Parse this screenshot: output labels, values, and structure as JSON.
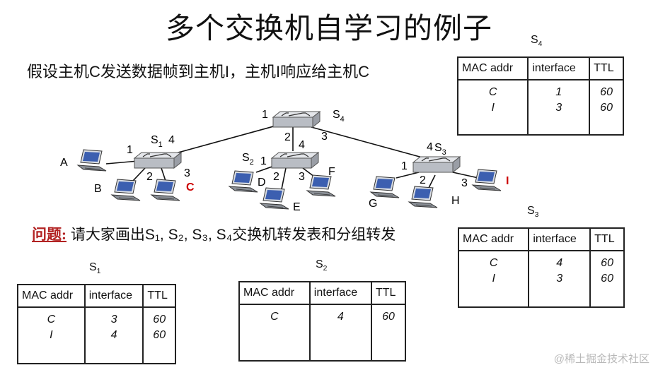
{
  "title": "多个交换机自学习的例子",
  "subtitle": "假设主机C发送数据帧到主机I，主机I响应给主机C",
  "question": {
    "label": "问题:",
    "text": " 请大家画出S₁, S₂, S₃, S₄交换机转发表和分组转发"
  },
  "watermark": "@稀土掘金技术社区",
  "colors": {
    "highlight": "#cc0000",
    "question_label": "#b22222"
  },
  "switches": [
    {
      "id": "S4",
      "label_main": "S",
      "label_sub": "4",
      "ports": [
        "1",
        "2",
        "3"
      ]
    },
    {
      "id": "S1",
      "label_main": "S",
      "label_sub": "1",
      "ports": [
        "4",
        "1",
        "2",
        "3"
      ]
    },
    {
      "id": "S2",
      "label_main": "S",
      "label_sub": "2",
      "ports": [
        "1",
        "4",
        "2",
        "3"
      ]
    },
    {
      "id": "S3",
      "label_main": "S",
      "label_sub": "3",
      "ports": [
        "4",
        "1",
        "2",
        "3"
      ]
    }
  ],
  "hosts": [
    "A",
    "B",
    "C",
    "D",
    "E",
    "F",
    "G",
    "H",
    "I"
  ],
  "tables": {
    "headers": [
      "MAC addr",
      "interface",
      "TTL"
    ],
    "S4": {
      "caption_main": "S",
      "caption_sub": "4",
      "rows": [
        [
          "C",
          "1",
          "60"
        ],
        [
          "I",
          "3",
          "60"
        ]
      ]
    },
    "S3": {
      "caption_main": "S",
      "caption_sub": "3",
      "rows": [
        [
          "C",
          "4",
          "60"
        ],
        [
          "I",
          "3",
          "60"
        ]
      ]
    },
    "S1": {
      "caption_main": "S",
      "caption_sub": "1",
      "rows": [
        [
          "C",
          "3",
          "60"
        ],
        [
          "I",
          "4",
          "60"
        ]
      ]
    },
    "S2": {
      "caption_main": "S",
      "caption_sub": "2",
      "rows": [
        [
          "C",
          "4",
          "60"
        ]
      ]
    }
  }
}
